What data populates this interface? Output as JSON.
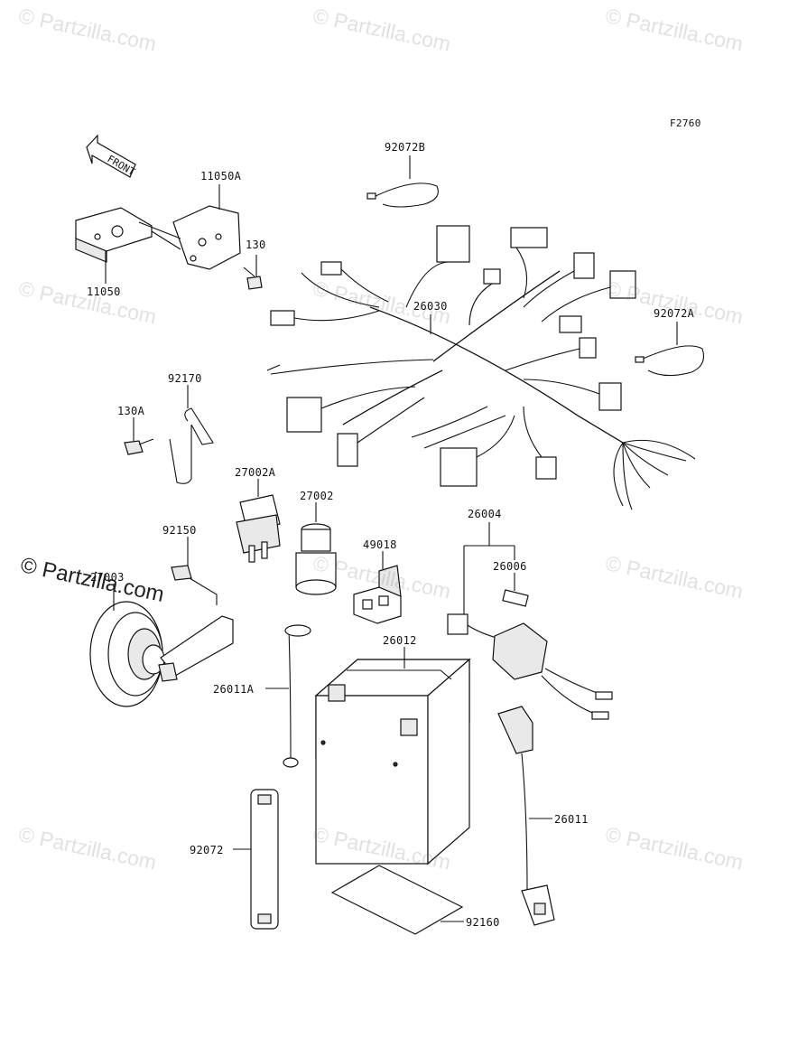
{
  "figure_code": "F2760",
  "front_label": "FRONT",
  "watermark_text": "© Partzilla.com",
  "parts": {
    "p92072B": "92072B",
    "p11050A": "11050A",
    "p130": "130",
    "p11050": "11050",
    "p26030": "26030",
    "p92072A": "92072A",
    "p92170": "92170",
    "p130A": "130A",
    "p27002A": "27002A",
    "p27002": "27002",
    "p26004": "26004",
    "p92150": "92150",
    "p49018": "49018",
    "p26006": "26006",
    "p27003": "27003",
    "p26012": "26012",
    "p26011A": "26011A",
    "p26011": "26011",
    "p92072": "92072",
    "p92160": "92160"
  },
  "colors": {
    "line": "#111111",
    "watermark": "#b8b8b8",
    "background": "#ffffff"
  }
}
